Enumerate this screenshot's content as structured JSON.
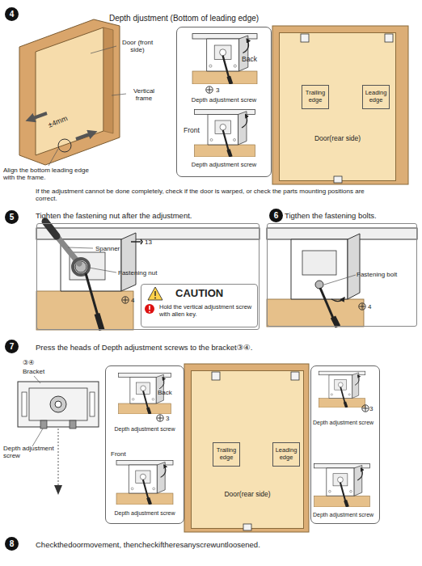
{
  "diagram": {
    "nodes": [
      {
        "text": [
          "4"
        ]
      },
      {
        "text": [
          "Back",
          "3",
          "Depth adjustment screw",
          "Front",
          "Depth adjustment screw"
        ]
      },
      {
        "text": [
          "Door(rear side)"
        ]
      },
      {
        "text": [
          "Trailing edge"
        ],
        "in": 2
      },
      {
        "text": [
          "Leading edge"
        ],
        "in": 2
      },
      {
        "text": [
          "5"
        ]
      },
      {
        "text": [
          "Spanner",
          "13",
          "Fastening nut",
          "4"
        ]
      },
      {
        "text": [
          "CAUTION",
          "Hold the vertical adjustment screw with allen key."
        ],
        "in": 6
      },
      {
        "text": [
          "6"
        ]
      },
      {
        "text": [
          "Fastening bolt",
          "4"
        ]
      },
      {
        "text": [
          "7"
        ]
      },
      {
        "text": [
          "Back",
          "3",
          "Depth adjustment screw",
          "Front",
          "Depth adjustment screw"
        ]
      },
      {
        "text": [
          "Door(rear side)"
        ]
      },
      {
        "text": [
          "Trailing edge"
        ],
        "in": 12
      },
      {
        "text": [
          "Leading edge"
        ],
        "in": 12
      },
      {
        "text": [
          "Depth adjustment screw",
          "3",
          "Depth adjustment screw"
        ]
      },
      {
        "text": [
          "8"
        ]
      }
    ],
    "labels": [
      "Depth djustment (Bottom of leading edge)",
      "Door (front side)",
      "Vertical frame",
      "±4mm",
      "Align the bottom leading edge with the frame.",
      "If the adjustment cannot be done completely, check if the door is warped, or check the parts mounting positions are correct.",
      "Tighten the fastening nut after the adjustment.",
      "Tigthen the fastening bolts.",
      "Press the heads of Depth adjustment screws to the bracket③④.",
      "③④",
      "Bracket",
      "Depth adjustment screw",
      "Checkthedoormovement, thencheckiftheresanyscrewuntloosened."
    ]
  }
}
